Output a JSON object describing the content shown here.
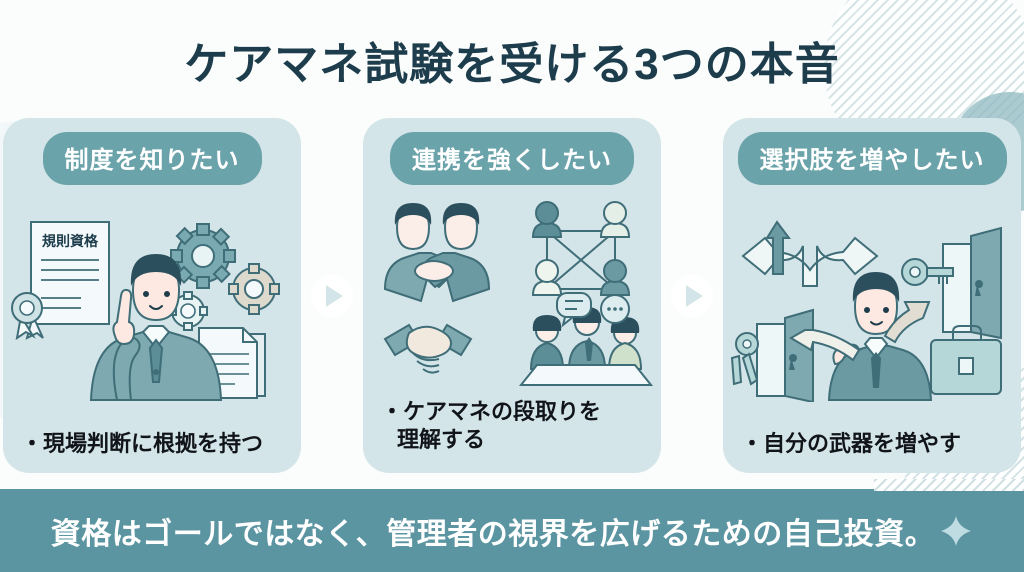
{
  "page": {
    "title": "ケアマネ試験を受ける3つの本音",
    "background_color": "#fbfdfd",
    "title_color": "#1d3d4c"
  },
  "cards": [
    {
      "header": "制度を知りたい",
      "bullet": "・現場判断に根拠を持つ",
      "illustration_name": "person-with-certificate-gears-documents",
      "certificate_label": "規則資格"
    },
    {
      "header": "連携を強くしたい",
      "bullet": "・ケアマネの段取りを\n理解する",
      "bullet_line1": "・ケアマネの段取りを",
      "bullet_line2": "理解する",
      "illustration_name": "handshake-network-meeting"
    },
    {
      "header": "選択肢を増やしたい",
      "bullet": "・自分の武器を増やす",
      "illustration_name": "branching-arrows-doors-keys-briefcase"
    }
  ],
  "connectors": [
    {
      "icon": "play-triangle-right-icon"
    },
    {
      "icon": "play-triangle-right-icon"
    }
  ],
  "banner": {
    "text": "資格はゴールではなく、管理者の視界を広げるための自己投資。",
    "sparkle_icon": "four-point-sparkle-icon",
    "background_color": "#5b95a1",
    "text_color": "#ffffff"
  },
  "colors": {
    "card_background": "#d3e5e8",
    "card_header": "#6ba3ab",
    "accent_teal": "#5b95a1",
    "dark_ink": "#1d3d4c"
  },
  "decorations": [
    {
      "name": "striped-circle-top-right"
    },
    {
      "name": "solid-circle-top-right"
    },
    {
      "name": "striped-shape-bottom-right"
    }
  ]
}
